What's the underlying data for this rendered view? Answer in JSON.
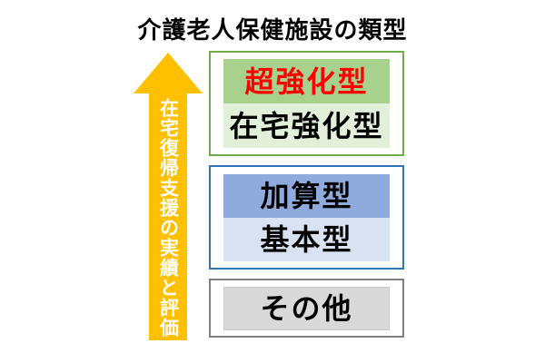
{
  "title": "介護老人保健施設の類型",
  "arrow": {
    "label": "在宅復帰支援の実績と評価",
    "direction": "up",
    "color": "#FFC000",
    "text_color": "#FFFFFF"
  },
  "boxes": [
    {
      "name": "enhanced-group",
      "border_color": "#70AD47",
      "rows": [
        {
          "label": "超強化型",
          "bg_color": "#A9D18E",
          "text_color": "#FF0000"
        },
        {
          "label": "在宅強化型",
          "bg_color": "#E2EFD9",
          "text_color": "#000000"
        }
      ]
    },
    {
      "name": "standard-group",
      "border_color": "#2E75B6",
      "rows": [
        {
          "label": "加算型",
          "bg_color": "#8FAADC",
          "text_color": "#000000"
        },
        {
          "label": "基本型",
          "bg_color": "#D9E2F3",
          "text_color": "#000000"
        }
      ]
    },
    {
      "name": "other-group",
      "border_color": "#808080",
      "rows": [
        {
          "label": "その他",
          "bg_color": "#D9D9D9",
          "text_color": "#000000"
        }
      ]
    }
  ]
}
